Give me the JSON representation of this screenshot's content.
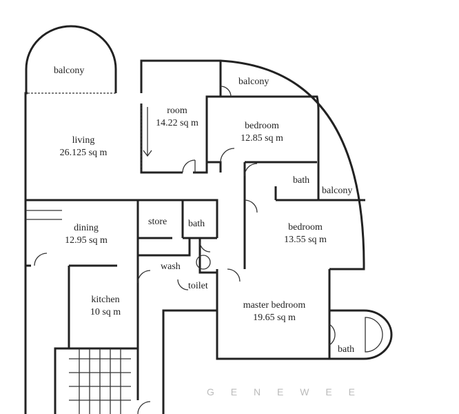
{
  "rooms": {
    "balcony_top": "balcony",
    "balcony_upper": "balcony",
    "balcony_right": "balcony",
    "living": {
      "name": "living",
      "area": "26.125 sq m"
    },
    "room": {
      "name": "room",
      "area": "14.22 sq m"
    },
    "bedroom1": {
      "name": "bedroom",
      "area": "12.85 sq m"
    },
    "bath1": "bath",
    "dining": {
      "name": "dining",
      "area": "12.95 sq m"
    },
    "store": "store",
    "bath2": "bath",
    "bedroom2": {
      "name": "bedroom",
      "area": "13.55 sq m"
    },
    "wash": "wash",
    "toilet": "toilet",
    "kitchen": {
      "name": "kitchen",
      "area": "10 sq m"
    },
    "master": {
      "name": "master bedroom",
      "area": "19.65 sq m"
    },
    "bath3": "bath"
  },
  "watermark": "G E N E W E E"
}
